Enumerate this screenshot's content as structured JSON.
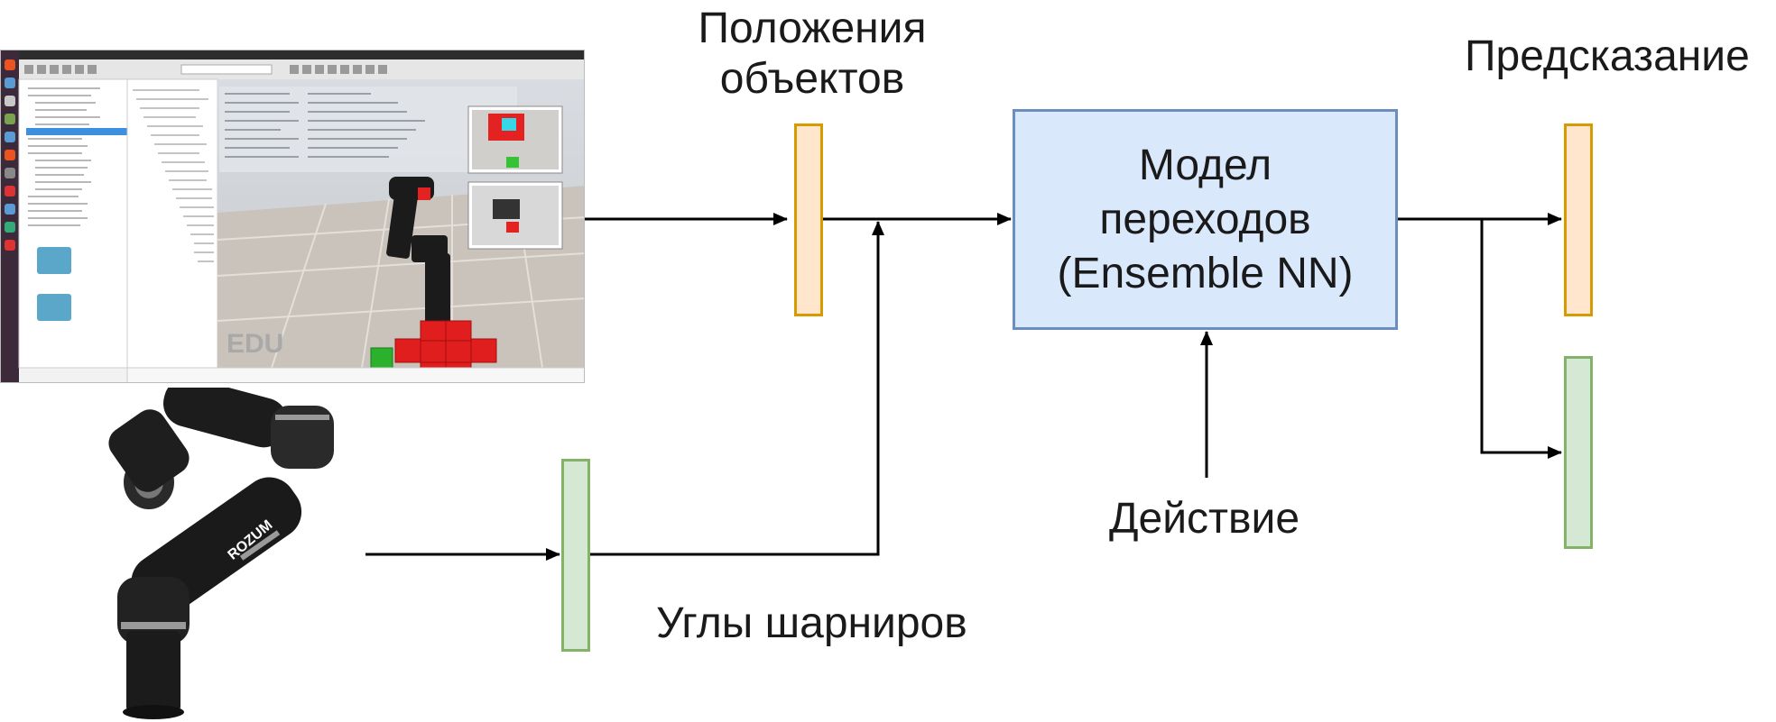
{
  "labels": {
    "object_positions_line1": "Положения",
    "object_positions_line2": "объектов",
    "prediction": "Предсказание",
    "model_line1": "Модел",
    "model_line2": "переходов",
    "model_line3": "(Ensemble NN)",
    "action": "Действие",
    "joint_angles": "Углы шарниров",
    "watermark": "EDU",
    "robot_brand": "ROZUM"
  },
  "colors": {
    "orange_fill": "#ffe6cc",
    "orange_stroke": "#d79b00",
    "green_fill": "#d5e8d4",
    "green_stroke": "#82b366",
    "model_fill": "#dae8fc",
    "model_stroke": "#6c8ebf"
  }
}
